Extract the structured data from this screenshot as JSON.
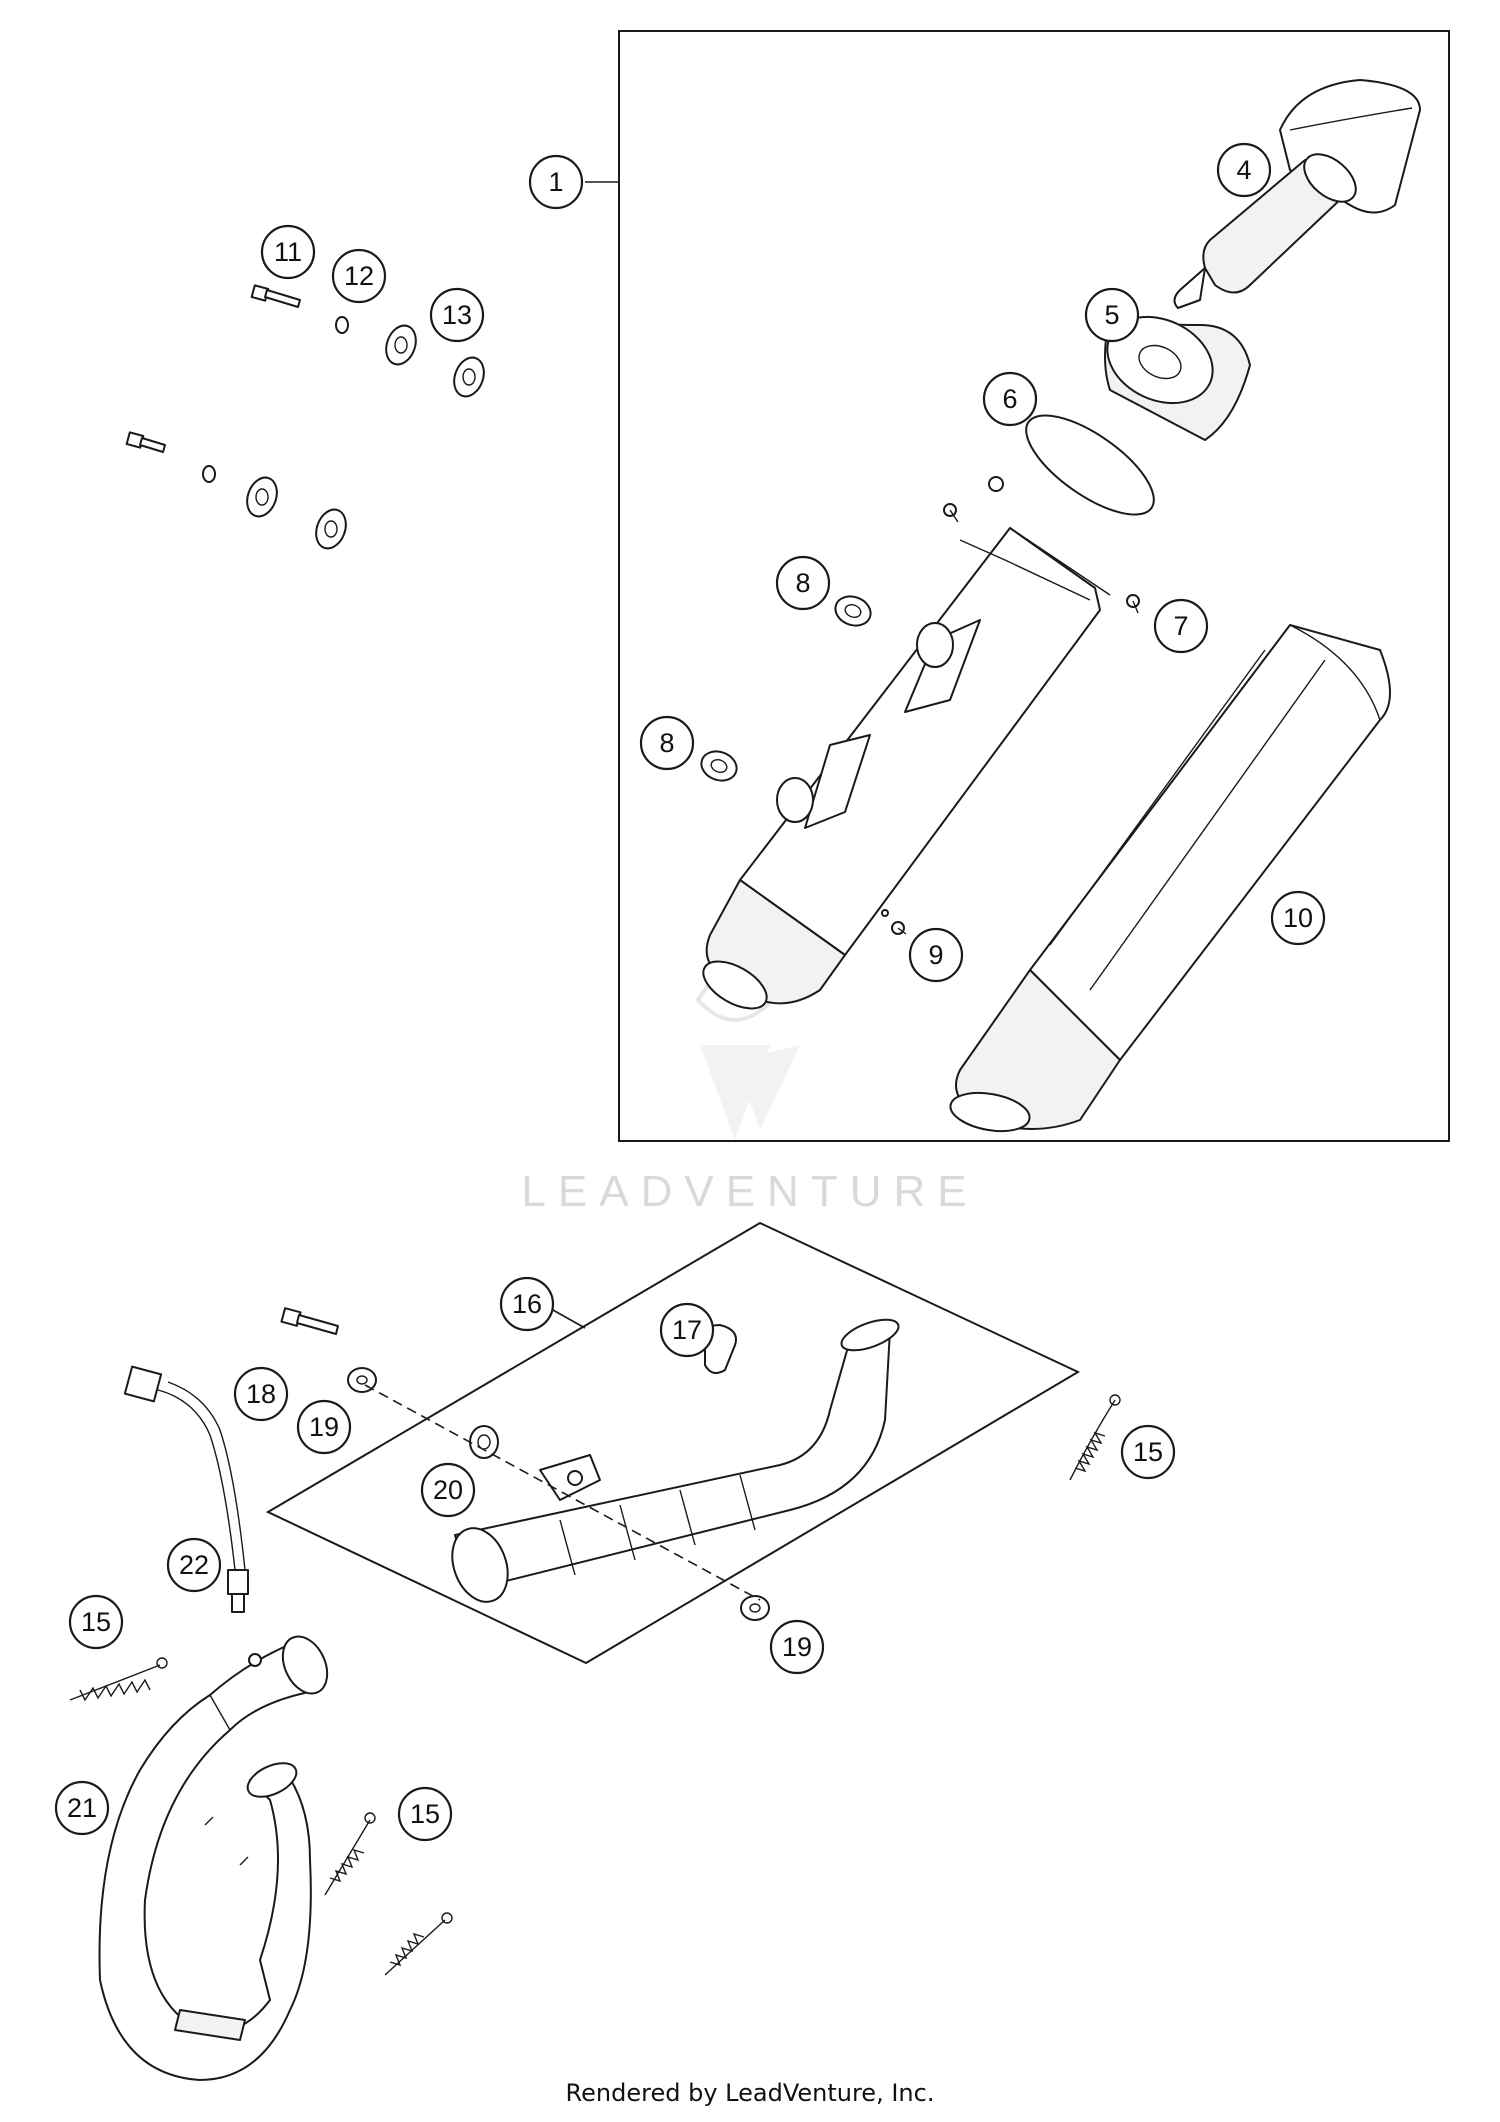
{
  "diagram": {
    "callouts": {
      "c1": "1",
      "c4": "4",
      "c5": "5",
      "c6": "6",
      "c7": "7",
      "c8a": "8",
      "c8b": "8",
      "c9": "9",
      "c10": "10",
      "c11": "11",
      "c12": "12",
      "c13": "13",
      "c15a": "15",
      "c15b": "15",
      "c15c": "15",
      "c16": "16",
      "c17": "17",
      "c18": "18",
      "c19a": "19",
      "c19b": "19",
      "c20": "20",
      "c21": "21",
      "c22": "22"
    }
  },
  "watermark": {
    "brand": "LEADVENTURE"
  },
  "footer": {
    "credit": "Rendered by LeadVenture, Inc."
  }
}
